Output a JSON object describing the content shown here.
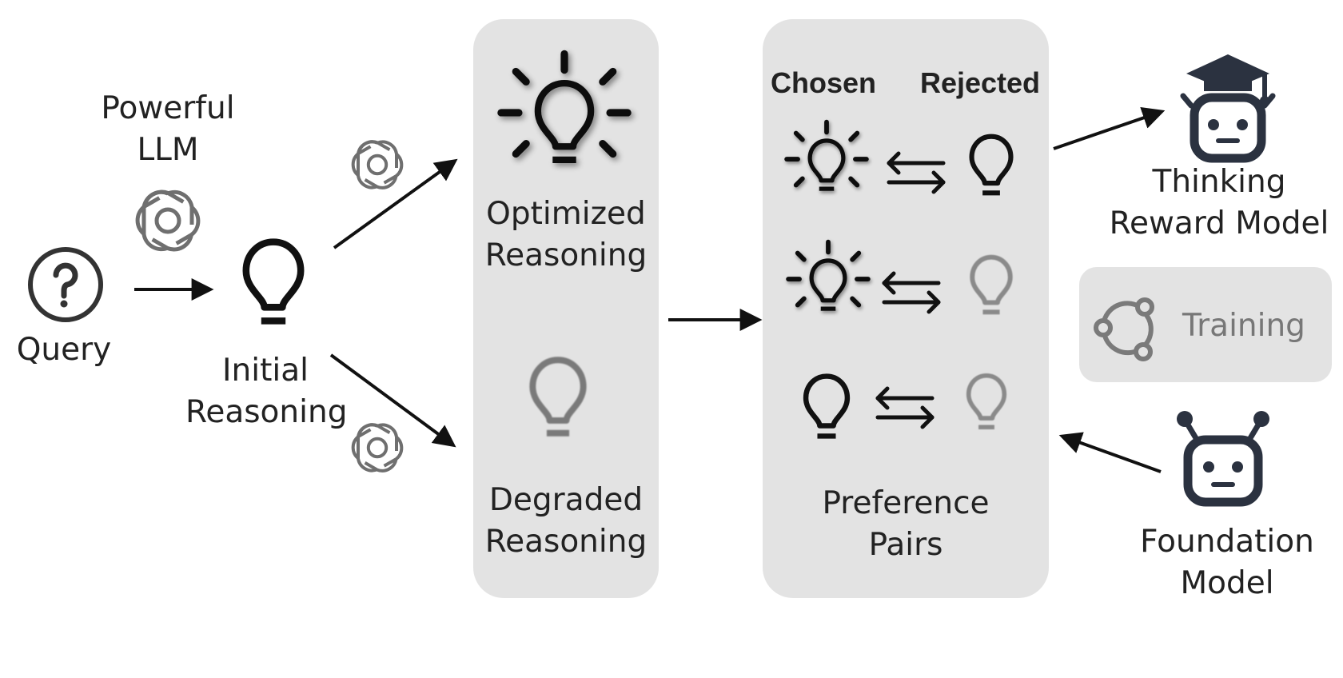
{
  "query": {
    "label": "Query"
  },
  "llm": {
    "label_line1": "Powerful",
    "label_line2": "LLM"
  },
  "initial": {
    "label_line1": "Initial",
    "label_line2": "Reasoning"
  },
  "optimized": {
    "label_line1": "Optimized",
    "label_line2": "Reasoning"
  },
  "degraded": {
    "label_line1": "Degraded",
    "label_line2": "Reasoning"
  },
  "pairs": {
    "chosen_header": "Chosen",
    "rejected_header": "Rejected",
    "label_line1": "Preference",
    "label_line2": "Pairs"
  },
  "thinking_model": {
    "label_line1": "Thinking",
    "label_line2": "Reward Model"
  },
  "foundation_model": {
    "label_line1": "Foundation",
    "label_line2": "Model"
  },
  "legend": {
    "label": "Training"
  },
  "colors": {
    "panel": "#e3e3e3",
    "ink": "#111111",
    "faded": "#8a8a8a",
    "robot": "#2b3240"
  }
}
